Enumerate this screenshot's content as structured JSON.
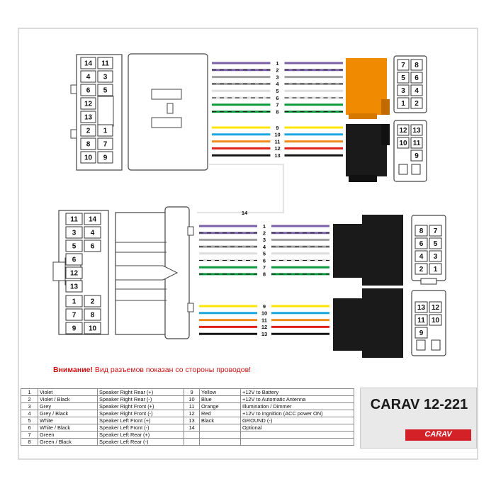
{
  "colors": {
    "violet": "#7b62a8",
    "violet_black": "#5a4a7a",
    "grey": "#a0a0a0",
    "grey_black": "#6a6a6a",
    "white": "#dddddd",
    "white_black": "#b0b0b0",
    "green": "#0a9a3c",
    "green_black": "#10703a",
    "yellow": "#ffe400",
    "blue": "#1aa6e0",
    "orange": "#f08c1e",
    "red": "#e0201a",
    "black": "#151515",
    "orange_block": "#f08a00",
    "warning": "#cc1111",
    "brand_red": "#d42027"
  },
  "top_socket": {
    "left_col": [
      "14",
      "4",
      "6",
      "12",
      "13",
      "2",
      "8",
      "10"
    ],
    "right_col": [
      "11",
      "3",
      "5",
      "",
      "",
      "1",
      "7",
      "9"
    ]
  },
  "bottom_socket": {
    "left_col": [
      "11",
      "3",
      "5",
      "6",
      "12",
      "13",
      "1",
      "7",
      "9"
    ],
    "right_col": [
      "14",
      "4",
      "6",
      "",
      "",
      "",
      "2",
      "8",
      "10"
    ]
  },
  "top_plug_upper": {
    "rows": [
      [
        "7",
        "8"
      ],
      [
        "5",
        "6"
      ],
      [
        "3",
        "4"
      ],
      [
        "1",
        "2"
      ]
    ]
  },
  "top_plug_lower": {
    "rows": [
      [
        "12",
        "13"
      ],
      [
        "10",
        "11"
      ],
      [
        "",
        "9"
      ]
    ]
  },
  "bottom_plug_upper": {
    "rows": [
      [
        "8",
        "7"
      ],
      [
        "6",
        "5"
      ],
      [
        "4",
        "3"
      ],
      [
        "2",
        "1"
      ]
    ]
  },
  "bottom_plug_lower": {
    "rows": [
      [
        "13",
        "12"
      ],
      [
        "11",
        "10"
      ],
      [
        "9",
        ""
      ]
    ]
  },
  "wires_top_a": [
    "1",
    "2",
    "3",
    "4",
    "5",
    "6",
    "7",
    "8"
  ],
  "wires_top_b": [
    "9",
    "10",
    "11",
    "12",
    "13"
  ],
  "wires_bottom_a": [
    "1",
    "2",
    "3",
    "4",
    "5",
    "6",
    "7",
    "8"
  ],
  "wires_bottom_b": [
    "9",
    "10",
    "11",
    "12",
    "13"
  ],
  "wire14_label": "14",
  "warning": {
    "title": "Внимание!",
    "text": " Вид разъемов показан со стороны проводов!"
  },
  "pin_table": [
    [
      "1",
      "Violet",
      "Speaker Right Rear (+)",
      "9",
      "Yellow",
      "+12V to Battery"
    ],
    [
      "2",
      "Violet / Black",
      "Speaker Right Rear (-)",
      "10",
      "Blue",
      "+12V to Automatic Antenna"
    ],
    [
      "3",
      "Grey",
      "Speaker Right Front (+)",
      "11",
      "Orange",
      "Illumination / Dimmer"
    ],
    [
      "4",
      "Grey / Black",
      "Speaker Right Front (-)",
      "12",
      "Red",
      "+12V to Ingnition (ACC power ON)"
    ],
    [
      "5",
      "White",
      "Speaker Left Front (+)",
      "13",
      "Black",
      "GROUND (-)"
    ],
    [
      "6",
      "White / Black",
      "Speaker Left Front (-)",
      "14",
      "",
      "Optional"
    ],
    [
      "7",
      "Green",
      "Speaker Left Rear (+)",
      "",
      "",
      ""
    ],
    [
      "8",
      "Green / Black",
      "Speaker Left Rear (-)",
      "",
      "",
      ""
    ]
  ],
  "brand": {
    "model": "CARAV 12-221",
    "logo": "CARAV"
  }
}
